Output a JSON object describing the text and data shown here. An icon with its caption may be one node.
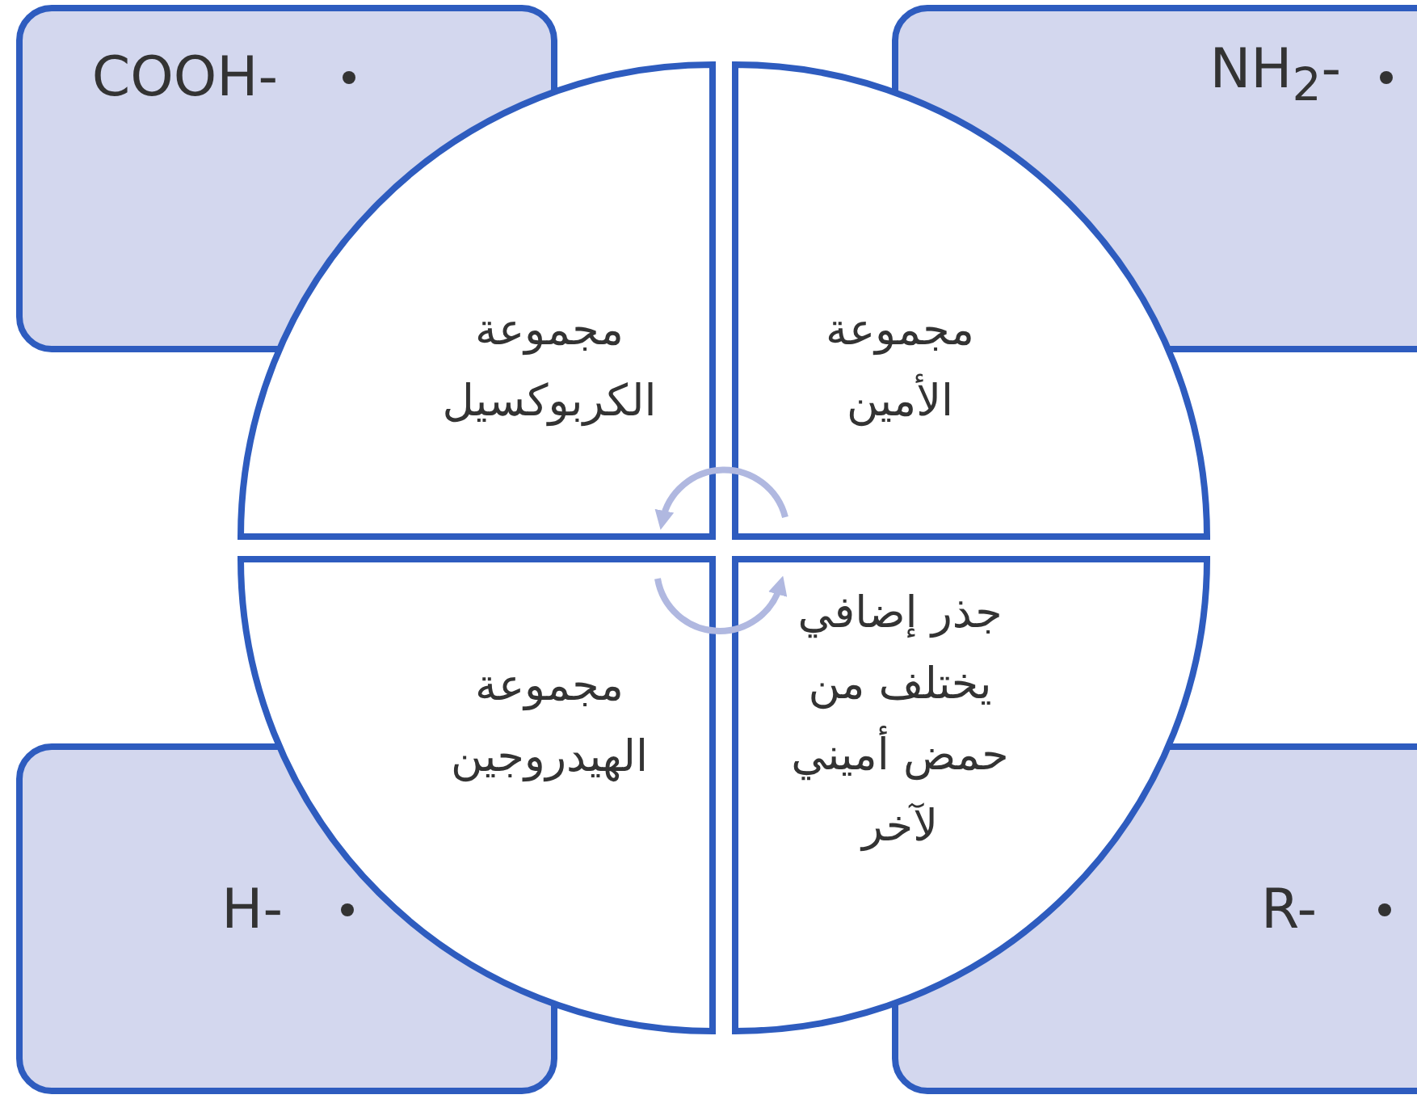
{
  "diagram": {
    "nodes": [
      {
        "text": [
          "COOH-"
        ]
      },
      {
        "text": [
          "NH$_{2}$-"
        ]
      },
      {
        "text": [
          "H-"
        ]
      },
      {
        "text": [
          "R-"
        ]
      },
      {
        "text": [
          "مجموعة الكربوكسيل"
        ]
      },
      {
        "text": [
          "مجموعة الأمين"
        ]
      },
      {
        "text": [
          "مجموعة الهيدروجين"
        ]
      },
      {
        "text": [
          "جذر إضافي يختلف من حمض أميني لآخر"
        ]
      }
    ],
    "edges": [
      {
        "from": 5,
        "to": 4,
        "arrow": "to"
      },
      {
        "from": 6,
        "to": 7,
        "arrow": "to"
      }
    ]
  }
}
